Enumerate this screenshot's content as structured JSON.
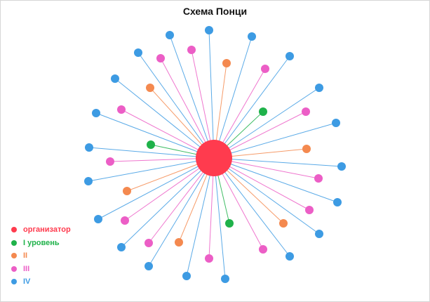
{
  "title": "Схема Понци",
  "colors": {
    "organizer": "#ff3b4e",
    "level1": "#1fb24a",
    "level2": "#f4894f",
    "level3": "#ec5ec6",
    "level4": "#3d9be3"
  },
  "legend": [
    {
      "label": "организатор",
      "level": "organizer"
    },
    {
      "label": "I уровень",
      "level": "level1"
    },
    {
      "label": "II",
      "level": "level2"
    },
    {
      "label": "III",
      "level": "level3"
    },
    {
      "label": "IV",
      "level": "level4"
    }
  ],
  "nodes": [
    {
      "id": "organizer",
      "level": "organizer"
    },
    {
      "id": "l1-a",
      "level": "level1"
    },
    {
      "id": "l1-b",
      "level": "level1"
    },
    {
      "id": "l1-c",
      "level": "level1"
    },
    {
      "id": "l2-a",
      "level": "level2"
    },
    {
      "id": "l2-b",
      "level": "level2"
    },
    {
      "id": "l2-c",
      "level": "level2"
    },
    {
      "id": "l2-d",
      "level": "level2"
    },
    {
      "id": "l2-e",
      "level": "level2"
    },
    {
      "id": "l2-f",
      "level": "level2"
    },
    {
      "id": "l3-a",
      "level": "level3"
    },
    {
      "id": "l3-b",
      "level": "level3"
    },
    {
      "id": "l3-c",
      "level": "level3"
    },
    {
      "id": "l3-d",
      "level": "level3"
    },
    {
      "id": "l3-e",
      "level": "level3"
    },
    {
      "id": "l3-f",
      "level": "level3"
    },
    {
      "id": "l3-g",
      "level": "level3"
    },
    {
      "id": "l3-h",
      "level": "level3"
    },
    {
      "id": "l3-i",
      "level": "level3"
    },
    {
      "id": "l3-j",
      "level": "level3"
    },
    {
      "id": "l3-k",
      "level": "level3"
    },
    {
      "id": "l3-l",
      "level": "level3"
    },
    {
      "id": "l4-a",
      "level": "level4"
    },
    {
      "id": "l4-b",
      "level": "level4"
    },
    {
      "id": "l4-c",
      "level": "level4"
    },
    {
      "id": "l4-d",
      "level": "level4"
    },
    {
      "id": "l4-e",
      "level": "level4"
    },
    {
      "id": "l4-f",
      "level": "level4"
    },
    {
      "id": "l4-g",
      "level": "level4"
    },
    {
      "id": "l4-h",
      "level": "level4"
    },
    {
      "id": "l4-i",
      "level": "level4"
    },
    {
      "id": "l4-j",
      "level": "level4"
    },
    {
      "id": "l4-k",
      "level": "level4"
    },
    {
      "id": "l4-l",
      "level": "level4"
    },
    {
      "id": "l4-m",
      "level": "level4"
    },
    {
      "id": "l4-n",
      "level": "level4"
    },
    {
      "id": "l4-o",
      "level": "level4"
    },
    {
      "id": "l4-p",
      "level": "level4"
    },
    {
      "id": "l4-q",
      "level": "level4"
    },
    {
      "id": "l4-r",
      "level": "level4"
    },
    {
      "id": "l4-s",
      "level": "level4"
    },
    {
      "id": "l4-t",
      "level": "level4"
    }
  ],
  "edges": [
    {
      "from": "organizer",
      "to": "l1-a"
    },
    {
      "from": "organizer",
      "to": "l1-b"
    },
    {
      "from": "organizer",
      "to": "l1-c"
    },
    {
      "from": "organizer",
      "to": "l2-a"
    },
    {
      "from": "organizer",
      "to": "l2-b"
    },
    {
      "from": "organizer",
      "to": "l2-c"
    },
    {
      "from": "organizer",
      "to": "l2-d"
    },
    {
      "from": "organizer",
      "to": "l2-e"
    },
    {
      "from": "organizer",
      "to": "l2-f"
    },
    {
      "from": "organizer",
      "to": "l3-a"
    },
    {
      "from": "organizer",
      "to": "l3-b"
    },
    {
      "from": "organizer",
      "to": "l3-c"
    },
    {
      "from": "organizer",
      "to": "l3-d"
    },
    {
      "from": "organizer",
      "to": "l3-e"
    },
    {
      "from": "organizer",
      "to": "l3-f"
    },
    {
      "from": "organizer",
      "to": "l3-g"
    },
    {
      "from": "organizer",
      "to": "l3-h"
    },
    {
      "from": "organizer",
      "to": "l3-i"
    },
    {
      "from": "organizer",
      "to": "l3-j"
    },
    {
      "from": "organizer",
      "to": "l3-k"
    },
    {
      "from": "organizer",
      "to": "l3-l"
    },
    {
      "from": "organizer",
      "to": "l4-a"
    },
    {
      "from": "organizer",
      "to": "l4-b"
    },
    {
      "from": "organizer",
      "to": "l4-c"
    },
    {
      "from": "organizer",
      "to": "l4-d"
    },
    {
      "from": "organizer",
      "to": "l4-e"
    },
    {
      "from": "organizer",
      "to": "l4-f"
    },
    {
      "from": "organizer",
      "to": "l4-g"
    },
    {
      "from": "organizer",
      "to": "l4-h"
    },
    {
      "from": "organizer",
      "to": "l4-i"
    },
    {
      "from": "organizer",
      "to": "l4-j"
    },
    {
      "from": "organizer",
      "to": "l4-k"
    },
    {
      "from": "organizer",
      "to": "l4-l"
    },
    {
      "from": "organizer",
      "to": "l4-m"
    },
    {
      "from": "organizer",
      "to": "l4-n"
    },
    {
      "from": "organizer",
      "to": "l4-o"
    },
    {
      "from": "organizer",
      "to": "l4-p"
    },
    {
      "from": "organizer",
      "to": "l4-q"
    },
    {
      "from": "organizer",
      "to": "l4-r"
    },
    {
      "from": "organizer",
      "to": "l4-s"
    },
    {
      "from": "organizer",
      "to": "l4-t"
    }
  ]
}
